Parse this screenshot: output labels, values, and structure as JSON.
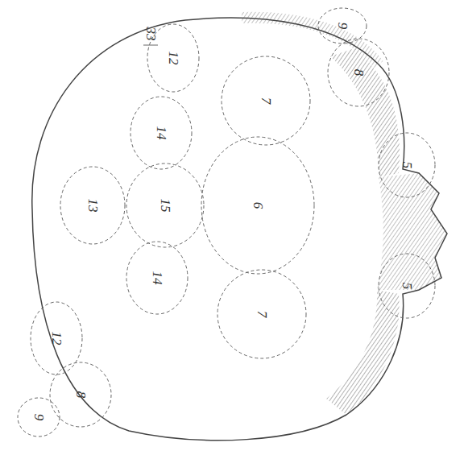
{
  "diagram": {
    "labels": [
      "9",
      "33",
      "12",
      "8",
      "7",
      "14",
      "5",
      "13",
      "15",
      "6",
      "14",
      "5",
      "7",
      "12",
      "8",
      "9"
    ]
  }
}
